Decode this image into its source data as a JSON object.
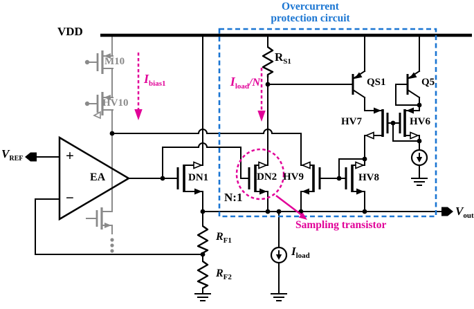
{
  "header": {
    "title_line1": "Overcurrent",
    "title_line2": "protection circuit"
  },
  "labels": {
    "vdd": "VDD",
    "m10": "M10",
    "hv10": "HV10",
    "ibias1": {
      "main": "I",
      "sub": "bias1"
    },
    "iload_n": {
      "main": "I",
      "sub": "load",
      "tail": "/N"
    },
    "rs1": {
      "main": "R",
      "sub": "S1"
    },
    "qs1": "QS1",
    "q5": "Q5",
    "hv7": "HV7",
    "hv6": "HV6",
    "dn1": "DN1",
    "dn2": "DN2",
    "hv9": "HV9",
    "hv8": "HV8",
    "n_ratio": "N:1",
    "ea": "EA",
    "plus_sign": "+",
    "minus_sign": "−",
    "vref": {
      "main": "V",
      "sub": "REF"
    },
    "vout": {
      "main": "V",
      "sub": "out"
    },
    "rf1": {
      "main": "R",
      "sub": "F1"
    },
    "rf2": {
      "main": "R",
      "sub": "F2"
    },
    "iload": {
      "main": "I",
      "sub": "load"
    },
    "sampling": "Sampling  transistor"
  },
  "colors": {
    "blue": "#1a75d2",
    "magenta": "#e10098",
    "gray": "#8a8a8a",
    "wire": "#000000",
    "bg": "#ffffff"
  }
}
